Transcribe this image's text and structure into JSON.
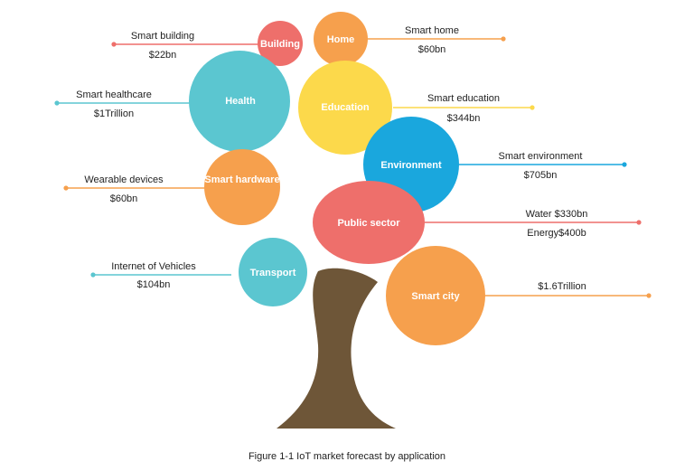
{
  "caption": "Figure 1-1 IoT market forecast by application",
  "colors": {
    "red": "#ee6f6b",
    "orange": "#f6a04d",
    "teal": "#5bc6d0",
    "yellow": "#fcd94b",
    "blue": "#1aa7dd",
    "trunk": "#6e5638"
  },
  "bubbles": [
    {
      "id": "building",
      "label": "Building",
      "lines": [
        "Smart building",
        "$22bn"
      ],
      "color": "red"
    },
    {
      "id": "home",
      "label": "Home",
      "lines": [
        "Smart home",
        "$60bn"
      ],
      "color": "orange"
    },
    {
      "id": "health",
      "label": "Health",
      "lines": [
        "Smart healthcare",
        "$1Trillion"
      ],
      "color": "teal"
    },
    {
      "id": "education",
      "label": "Education",
      "lines": [
        "Smart education",
        "$344bn"
      ],
      "color": "yellow"
    },
    {
      "id": "environment",
      "label": "Environment",
      "lines": [
        "Smart environment",
        "$705bn"
      ],
      "color": "blue"
    },
    {
      "id": "hardware",
      "label": "Smart hardware",
      "lines": [
        "Wearable devices",
        "$60bn"
      ],
      "color": "orange"
    },
    {
      "id": "public",
      "label": "Public sector",
      "lines": [
        "Water $330bn",
        "Energy$400b"
      ],
      "color": "red"
    },
    {
      "id": "transport",
      "label": "Transport",
      "lines": [
        "Internet of Vehicles",
        "$104bn"
      ],
      "color": "teal"
    },
    {
      "id": "city",
      "label": "Smart city",
      "lines": [
        "$1.6Trillion"
      ],
      "color": "orange"
    }
  ]
}
